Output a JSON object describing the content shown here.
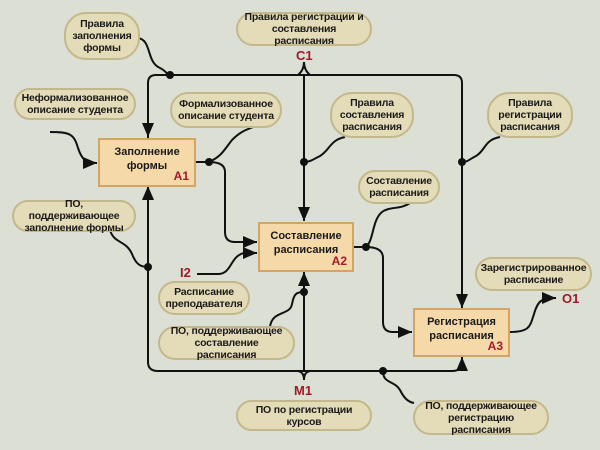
{
  "diagram": {
    "blocks": [
      {
        "id": "A1",
        "title": "Заполнение формы"
      },
      {
        "id": "A2",
        "title": "Составление расписания"
      },
      {
        "id": "A3",
        "title": "Регистрация расписания"
      }
    ],
    "labels": {
      "c1": "C1",
      "i2": "I2",
      "m1": "M1",
      "o1": "O1"
    },
    "notes": {
      "rules_form": "Правила заполнения формы",
      "rules_reg_sched": "Правила регистрации и составления расписания",
      "informal_desc": "Неформализованное описание студента",
      "formal_desc": "Формализованное описание студента",
      "rules_sched": "Правила составления расписания",
      "rules_reg": "Правила регистрации расписания",
      "sw_form": "ПО, поддерживающее заполнение формы",
      "sched_out": "Составление расписания",
      "teacher_sched": "Расписание преподавателя",
      "sw_sched": "ПО, поддерживающее составление расписания",
      "registered": "Зарегистрированное расписание",
      "sw_courses": "ПО по регистрации курсов",
      "sw_reg": "ПО, поддерживающее регистрацию расписания"
    },
    "colors": {
      "background": "#dcdfd3",
      "note": "#e4dcb8",
      "block": "#f5d9a8",
      "label": "#a3182b"
    }
  }
}
